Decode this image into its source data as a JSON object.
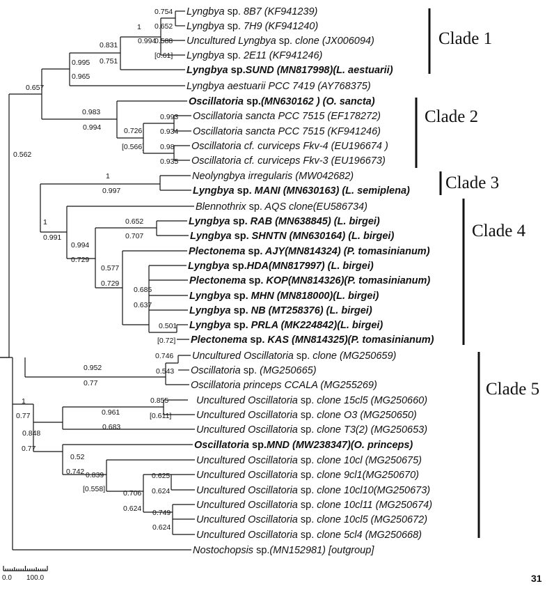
{
  "taxa": [
    {
      "id": "t1",
      "parts": [
        {
          "t": "Lyngbya",
          "s": "i"
        },
        {
          "t": " sp.",
          "s": "u"
        },
        {
          "t": " 8B7 (KF941239)",
          "s": "i"
        }
      ],
      "bold": false
    },
    {
      "id": "t2",
      "parts": [
        {
          "t": "Lyngbya",
          "s": "i"
        },
        {
          "t": " sp.",
          "s": "u"
        },
        {
          "t": " 7H9 (KF941240)",
          "s": "i"
        }
      ],
      "bold": false
    },
    {
      "id": "t3",
      "parts": [
        {
          "t": "Uncultured Lyngbya",
          "s": "i"
        },
        {
          "t": " sp.",
          "s": "u"
        },
        {
          "t": " clone (JX006094)",
          "s": "i"
        }
      ],
      "bold": false
    },
    {
      "id": "t4",
      "parts": [
        {
          "t": "Lyngbya",
          "s": "i"
        },
        {
          "t": " sp.",
          "s": "u"
        },
        {
          "t": " 2E11 (KF941246)",
          "s": "i"
        }
      ],
      "bold": false
    },
    {
      "id": "t5",
      "parts": [
        {
          "t": "Lyngbya",
          "s": "i"
        },
        {
          "t": " sp.",
          "s": "u"
        },
        {
          "t": "SUND (MN817998)(L. aestuarii)",
          "s": "i"
        }
      ],
      "bold": true
    },
    {
      "id": "t6",
      "parts": [
        {
          "t": "Lyngbya aestuarii PCC 7419 (AY768375)",
          "s": "i"
        }
      ],
      "bold": false
    },
    {
      "id": "t7",
      "parts": [
        {
          "t": "Oscillatoria",
          "s": "i"
        },
        {
          "t": " sp.",
          "s": "u"
        },
        {
          "t": "(MN630162 ) (O. sancta)",
          "s": "i"
        }
      ],
      "bold": true
    },
    {
      "id": "t8",
      "parts": [
        {
          "t": "Oscillatoria sancta PCC 7515 (EF178272)",
          "s": "i"
        }
      ],
      "bold": false
    },
    {
      "id": "t9",
      "parts": [
        {
          "t": "Oscillatoria sancta PCC 7515 (KF941246)",
          "s": "i"
        }
      ],
      "bold": false
    },
    {
      "id": "t10",
      "parts": [
        {
          "t": "Oscillatoria cf. curviceps Fkv-4 (EU196674 )",
          "s": "i"
        }
      ],
      "bold": false
    },
    {
      "id": "t11",
      "parts": [
        {
          "t": "Oscillatoria cf. curviceps Fkv-3 (EU196673)",
          "s": "i"
        }
      ],
      "bold": false
    },
    {
      "id": "t12",
      "parts": [
        {
          "t": "Neolyngbya irregularis (MW042682)",
          "s": "i"
        }
      ],
      "bold": false
    },
    {
      "id": "t13",
      "parts": [
        {
          "t": "Lyngbya",
          "s": "i"
        },
        {
          "t": " sp.",
          "s": "u"
        },
        {
          "t": " MANI (MN630163) (L. semiplena)",
          "s": "i"
        }
      ],
      "bold": true
    },
    {
      "id": "t14",
      "parts": [
        {
          "t": "Blennothrix",
          "s": "i"
        },
        {
          "t": " sp.",
          "s": "u"
        },
        {
          "t": " AQS clone(EU586734)",
          "s": "i"
        }
      ],
      "bold": false
    },
    {
      "id": "t15",
      "parts": [
        {
          "t": "Lyngbya",
          "s": "i"
        },
        {
          "t": " sp.",
          "s": "u"
        },
        {
          "t": " RAB (MN638845) (L. birgei)",
          "s": "i"
        }
      ],
      "bold": true
    },
    {
      "id": "t16",
      "parts": [
        {
          "t": "Lyngbya",
          "s": "i"
        },
        {
          "t": " sp.",
          "s": "u"
        },
        {
          "t": " SHNTN (MN630164) (L. birgei)",
          "s": "i"
        }
      ],
      "bold": true
    },
    {
      "id": "t17",
      "parts": [
        {
          "t": "Plectonema",
          "s": "i"
        },
        {
          "t": " sp.",
          "s": "u"
        },
        {
          "t": " AJY(MN814324) (P. tomasinianum)",
          "s": "i"
        }
      ],
      "bold": true
    },
    {
      "id": "t18",
      "parts": [
        {
          "t": "Lyngbya",
          "s": "i"
        },
        {
          "t": " sp.",
          "s": "u"
        },
        {
          "t": "HDA(MN817997) (L. birgei)",
          "s": "i"
        }
      ],
      "bold": true
    },
    {
      "id": "t19",
      "parts": [
        {
          "t": "Plectonema",
          "s": "i"
        },
        {
          "t": "  sp.",
          "s": "u"
        },
        {
          "t": " KOP(MN814326)(P. tomasinianum)",
          "s": "i"
        }
      ],
      "bold": true
    },
    {
      "id": "t20",
      "parts": [
        {
          "t": "Lyngbya",
          "s": "i"
        },
        {
          "t": " sp.",
          "s": "u"
        },
        {
          "t": "  MHN (MN818000)(L. birgei)",
          "s": "i"
        }
      ],
      "bold": true
    },
    {
      "id": "t21",
      "parts": [
        {
          "t": "Lyngbya",
          "s": "i"
        },
        {
          "t": " sp.",
          "s": "u"
        },
        {
          "t": " NB (MT258376)  (L. birgei)",
          "s": "i"
        }
      ],
      "bold": true
    },
    {
      "id": "t22",
      "parts": [
        {
          "t": "Lyngbya",
          "s": "i"
        },
        {
          "t": "  sp.",
          "s": "u"
        },
        {
          "t": "  PRLA (MK224842)(L. birgei)",
          "s": "i"
        }
      ],
      "bold": true
    },
    {
      "id": "t23",
      "parts": [
        {
          "t": "Plectonema",
          "s": "i"
        },
        {
          "t": " sp.",
          "s": "u"
        },
        {
          "t": " KAS (MN814325)(P. tomasinianum)",
          "s": "i"
        }
      ],
      "bold": true
    },
    {
      "id": "t24",
      "parts": [
        {
          "t": "Uncultured Oscillatoria",
          "s": "i"
        },
        {
          "t": " sp.",
          "s": "u"
        },
        {
          "t": " clone (MG250659)",
          "s": "i"
        }
      ],
      "bold": false
    },
    {
      "id": "t25",
      "parts": [
        {
          "t": "Oscillatoria",
          "s": "i"
        },
        {
          "t": " sp.",
          "s": "u"
        },
        {
          "t": " (MG250665)",
          "s": "i"
        }
      ],
      "bold": false
    },
    {
      "id": "t26",
      "parts": [
        {
          "t": "Oscillatoria princeps CCALA (MG255269)",
          "s": "i"
        }
      ],
      "bold": false
    },
    {
      "id": "t27",
      "parts": [
        {
          "t": "Uncultured Oscillatoria",
          "s": "i"
        },
        {
          "t": " sp.",
          "s": "u"
        },
        {
          "t": " clone 15cl5 (MG250660)",
          "s": "i"
        }
      ],
      "bold": false
    },
    {
      "id": "t28",
      "parts": [
        {
          "t": "Uncultured Oscillatoria",
          "s": "i"
        },
        {
          "t": " sp.",
          "s": "u"
        },
        {
          "t": " clone O3 (MG250650)",
          "s": "i"
        }
      ],
      "bold": false
    },
    {
      "id": "t29",
      "parts": [
        {
          "t": "Uncultured Oscillatoria",
          "s": "i"
        },
        {
          "t": " sp.",
          "s": "u"
        },
        {
          "t": " clone T3(2) (MG250653)",
          "s": "i"
        }
      ],
      "bold": false
    },
    {
      "id": "t30",
      "parts": [
        {
          "t": "Oscillatoria",
          "s": "i"
        },
        {
          "t": " sp.",
          "s": "u"
        },
        {
          "t": "MND (MW238347)(O. princeps)",
          "s": "i"
        }
      ],
      "bold": true
    },
    {
      "id": "t31",
      "parts": [
        {
          "t": "Uncultured Oscillatoria",
          "s": "i"
        },
        {
          "t": " sp.",
          "s": "u"
        },
        {
          "t": " clone 10cl (MG250675)",
          "s": "i"
        }
      ],
      "bold": false
    },
    {
      "id": "t32",
      "parts": [
        {
          "t": "Uncultured Oscillatoria",
          "s": "i"
        },
        {
          "t": " sp.",
          "s": "u"
        },
        {
          "t": " clone 9cl1(MG250670)",
          "s": "i"
        }
      ],
      "bold": false
    },
    {
      "id": "t33",
      "parts": [
        {
          "t": "Uncultured Oscillatoria",
          "s": "i"
        },
        {
          "t": " sp.",
          "s": "u"
        },
        {
          "t": " clone 10cl10(MG250673)",
          "s": "i"
        }
      ],
      "bold": false
    },
    {
      "id": "t34",
      "parts": [
        {
          "t": "Uncultured Oscillatoria",
          "s": "i"
        },
        {
          "t": " sp.",
          "s": "u"
        },
        {
          "t": " clone 10cl11 (MG250674)",
          "s": "i"
        }
      ],
      "bold": false
    },
    {
      "id": "t35",
      "parts": [
        {
          "t": "Uncultured Oscillatoria",
          "s": "i"
        },
        {
          "t": " sp.",
          "s": "u"
        },
        {
          "t": " clone 10cl5 (MG250672)",
          "s": "i"
        }
      ],
      "bold": false
    },
    {
      "id": "t36",
      "parts": [
        {
          "t": "Uncultured Oscillatoria",
          "s": "i"
        },
        {
          "t": " sp.",
          "s": "u"
        },
        {
          "t": " clone 5cl4 (MG250668)",
          "s": "i"
        }
      ],
      "bold": false
    },
    {
      "id": "t37",
      "parts": [
        {
          "t": "Nostochopsis",
          "s": "i"
        },
        {
          "t": " sp.",
          "s": "u"
        },
        {
          "t": "(MN152981) [outgroup]",
          "s": "i"
        }
      ],
      "bold": false
    }
  ],
  "support_values": [
    "0.754",
    "0.652",
    "1",
    "0.994",
    "0.588",
    "0.831",
    "[0.61]",
    "0.751",
    "0.995",
    "0.965",
    "0.657",
    "0.983",
    "0.994",
    "0.993",
    "0.934",
    "0.726",
    "[0.566]",
    "0.98",
    "0.935",
    "0.562",
    "1",
    "0.997",
    "1",
    "0.991",
    "0.652",
    "0.707",
    "0.994",
    "0.729",
    "0.577",
    "0.729",
    "0.685",
    "0.637",
    "0.501",
    "[0.72]",
    "0.746",
    "0.543",
    "0.952",
    "0.77",
    "1",
    "0.77",
    "0.855",
    "[0.611]",
    "0.961",
    "0.683",
    "0.848",
    "0.77",
    "0.52",
    "0.742",
    "0.839",
    "[0.558]",
    "0.625",
    "0.624",
    "0.706",
    "0.624",
    "0.749",
    "0.624"
  ],
  "clades": [
    {
      "label": "Clade 1"
    },
    {
      "label": "Clade 2"
    },
    {
      "label": "Clade 3"
    },
    {
      "label": "Clade 4"
    },
    {
      "label": "Clade 5"
    }
  ],
  "scale": {
    "label_start": "0.0",
    "label_end": "100.0"
  },
  "page_number": "31"
}
